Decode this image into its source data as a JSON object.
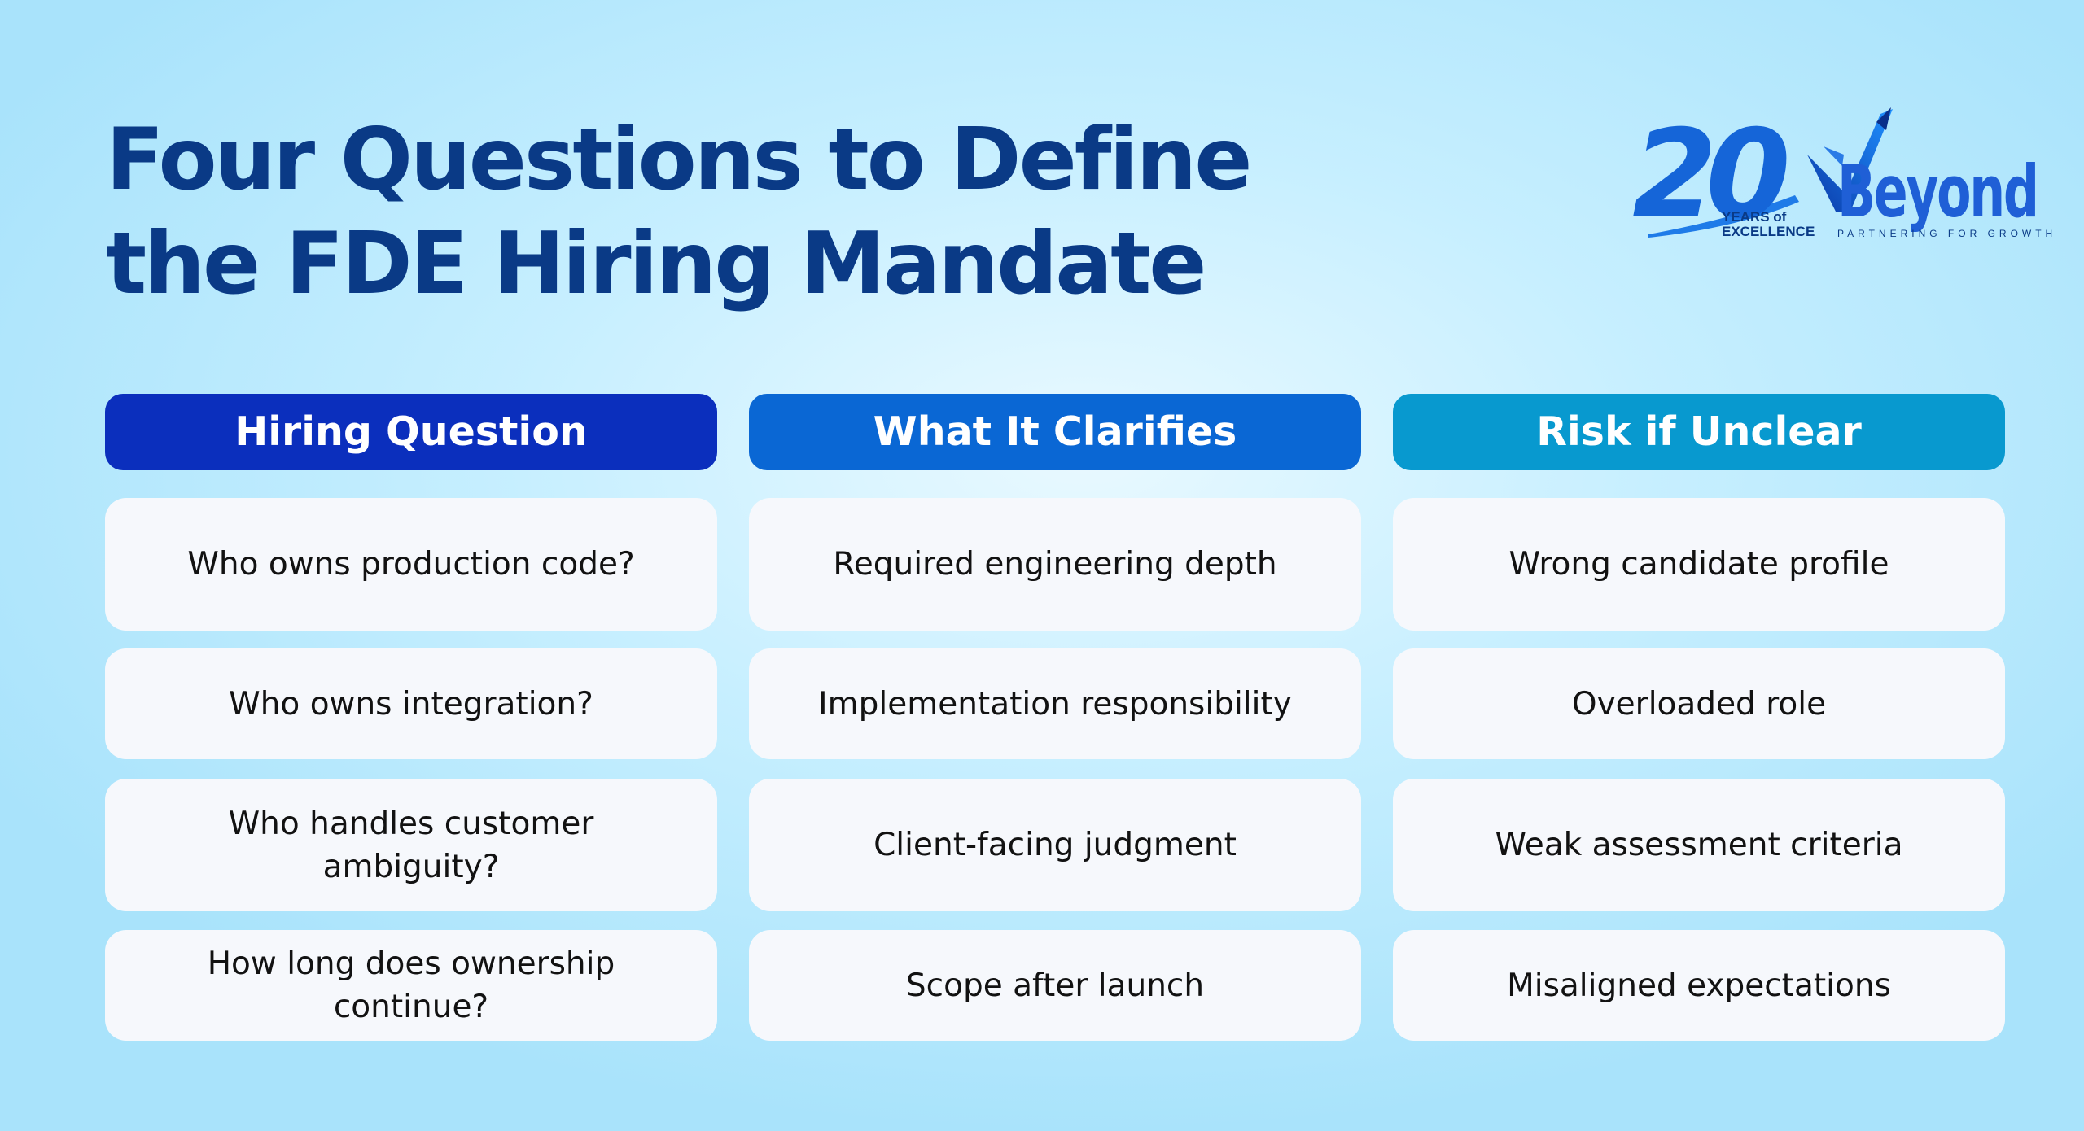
{
  "title": {
    "line1": "Four Questions to Define",
    "line2": "the FDE Hiring Mandate"
  },
  "logo": {
    "number": "20",
    "years_line1": "YEARS of",
    "years_line2": "EXCELLENCE",
    "brand": "Beyond",
    "tagline": "PARTNERING FOR GROWTH"
  },
  "table": {
    "headers": [
      {
        "label": "Hiring Question",
        "color": "#0b2fbd"
      },
      {
        "label": "What It Clarifies",
        "color": "#0a67d4"
      },
      {
        "label": "Risk if Unclear",
        "color": "#0899cf"
      }
    ],
    "rows": [
      [
        "Who owns production code?",
        "Required engineering depth",
        "Wrong candidate profile"
      ],
      [
        "Who owns integration?",
        "Implementation responsibility",
        "Overloaded role"
      ],
      [
        "Who handles customer ambiguity?",
        "Client-facing judgment",
        "Weak assessment criteria"
      ],
      [
        "How long does ownership continue?",
        "Scope after launch",
        "Misaligned expectations"
      ]
    ]
  }
}
